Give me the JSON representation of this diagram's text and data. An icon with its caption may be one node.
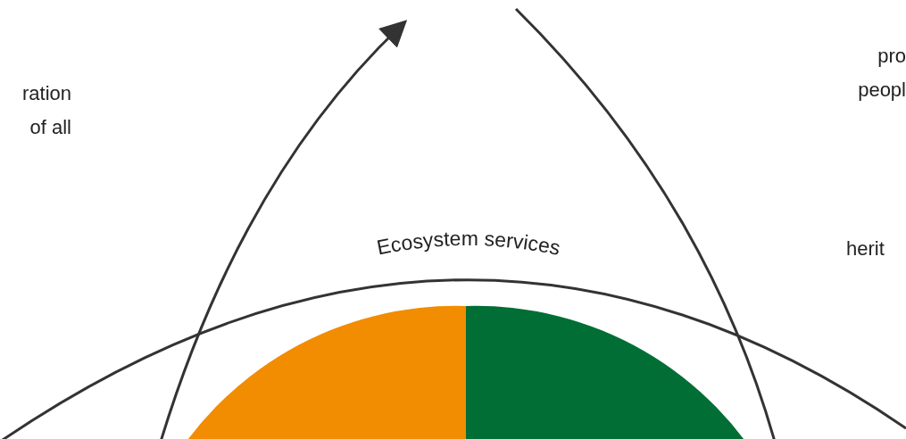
{
  "diagram": {
    "labels": [
      "ration of all",
      "pro peopl",
      "Ecosystem services",
      "herit"
    ]
  }
}
